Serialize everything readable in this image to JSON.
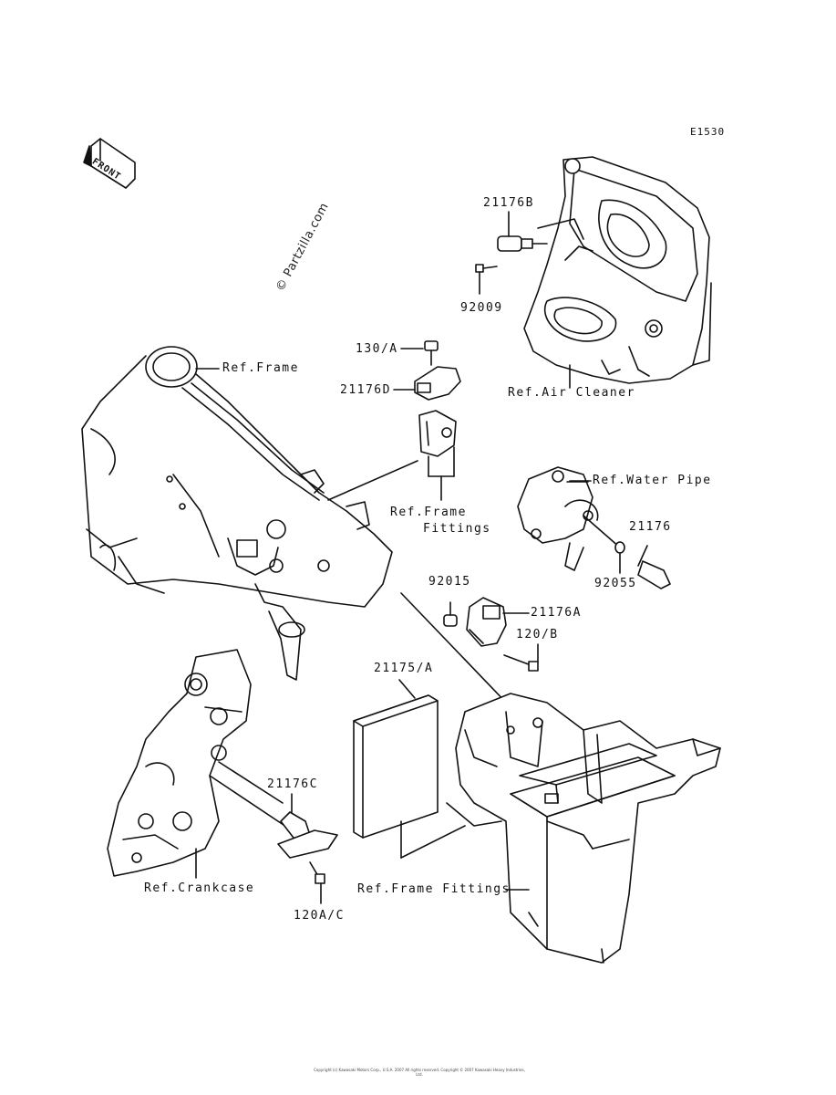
{
  "diagram_code": "E1530",
  "watermark": "© Partzilla.com",
  "front_badge": "FRONT",
  "labels": {
    "p21176B": "21176B",
    "p92009": "92009",
    "p130A": "130/A",
    "ref_frame": "Ref.Frame",
    "p21176D": "21176D",
    "ref_air_cleaner": "Ref.Air Cleaner",
    "ref_frame_fittings_1": "Ref.Frame",
    "ref_frame_fittings_2": "Fittings",
    "ref_water_pipe": "Ref.Water Pipe",
    "p21176": "21176",
    "p92055": "92055",
    "p92015": "92015",
    "p21176A": "21176A",
    "p120B": "120/B",
    "p21175A": "21175/A",
    "p21176C": "21176C",
    "ref_crankcase": "Ref.Crankcase",
    "ref_frame_fittings_bottom": "Ref.Frame Fittings",
    "p120AC": "120A/C"
  },
  "copyright": "Copyright (c) Kawasaki Motors Corp., U.S.A. 2007 All rights reserved. Copyright © 2007 Kawasaki Heavy Industries, Ltd."
}
